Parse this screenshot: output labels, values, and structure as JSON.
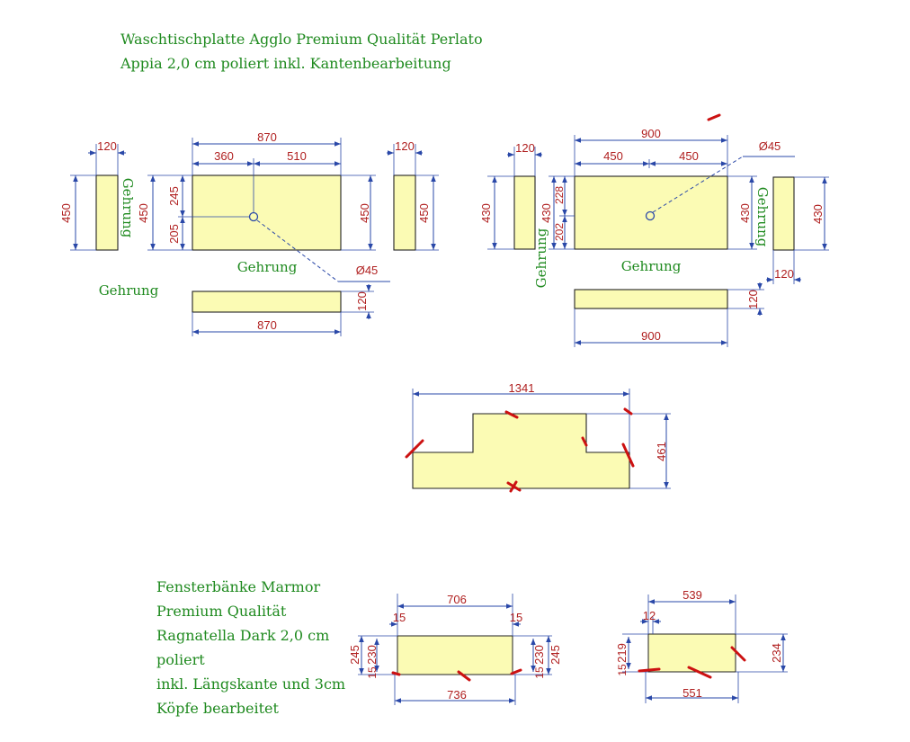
{
  "title": {
    "line1": "Waschtischplatte Agglo Premium Qualität Perlato",
    "line2": "Appia 2,0 cm poliert inkl. Kantenbearbeitung"
  },
  "left_vanity": {
    "top_width": "870",
    "left_segment": "360",
    "right_segment": "510",
    "height": "450",
    "upper_offset": "245",
    "lower_offset": "205",
    "hole": "Ø45",
    "front_width": "870",
    "front_height": "120",
    "left_side_width": "120",
    "left_side_height": "450",
    "right_side_width": "120",
    "right_side_height": "450",
    "outer_left_height": "450",
    "right_height": "450",
    "label_side": "Gehrung",
    "label_center": "Gehrung",
    "label_left": "Gehrung"
  },
  "right_vanity": {
    "top_width": "900",
    "left_segment": "450",
    "right_segment": "450",
    "height": "430",
    "upper_offset": "228",
    "lower_offset": "202",
    "hole": "Ø45",
    "front_width": "900",
    "front_height": "120",
    "left_side_width": "120",
    "left_side_height": "430",
    "right_side_width": "120",
    "right_side_height": "430",
    "left_outer_height": "430",
    "label_left": "Gehrung",
    "label_center": "Gehrung",
    "label_right": "Gehrung",
    "right_height": "430"
  },
  "t_plate": {
    "width": "1341",
    "height": "461"
  },
  "fenster": {
    "lines": [
      "Fensterbänke Marmor",
      "Premium Qualität",
      "Ragnatella Dark 2,0 cm",
      "poliert",
      "inkl. Längskante und 3cm",
      "Köpfe bearbeitet"
    ]
  },
  "sill1": {
    "top_width": "706",
    "left_return": "15",
    "right_return": "15",
    "bottom_width": "736",
    "left_outer": "245",
    "left_inner": "230",
    "left_small": "15",
    "right_inner": "230",
    "right_outer": "245",
    "right_small": "15"
  },
  "sill2": {
    "top_width": "539",
    "left_return": "12",
    "bottom_width": "551",
    "left_inner": "219",
    "left_small": "15",
    "right_height": "234"
  }
}
